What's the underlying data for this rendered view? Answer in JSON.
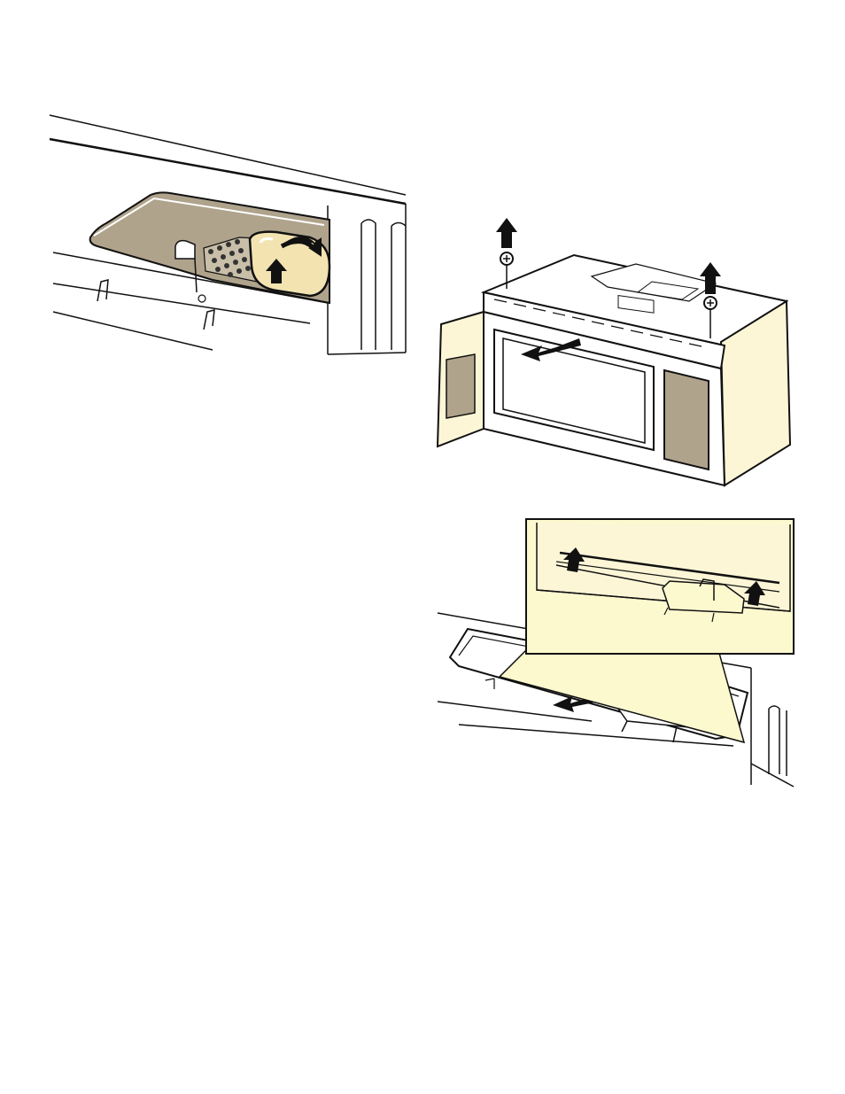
{
  "page": {
    "background": "#ffffff"
  },
  "colors": {
    "cream": "#fcf6d6",
    "tan": "#b0a38c",
    "tan_light": "#c9bfa9",
    "ink": "#111111",
    "yellow_light": "#fdf9cf"
  },
  "figures": [
    {
      "id": "light-bulb-replacement",
      "icons": [
        "bulb-icon",
        "rotate-arrow-icon",
        "up-arrow-icon"
      ]
    },
    {
      "id": "vent-grille-removal",
      "icons": [
        "screw-icon",
        "up-arrow-icon",
        "pull-out-arrow-icon"
      ]
    },
    {
      "id": "grease-filter-removal",
      "icons": [
        "up-arrow-icon",
        "pull-out-arrow-icon",
        "zoom-callout"
      ]
    }
  ]
}
